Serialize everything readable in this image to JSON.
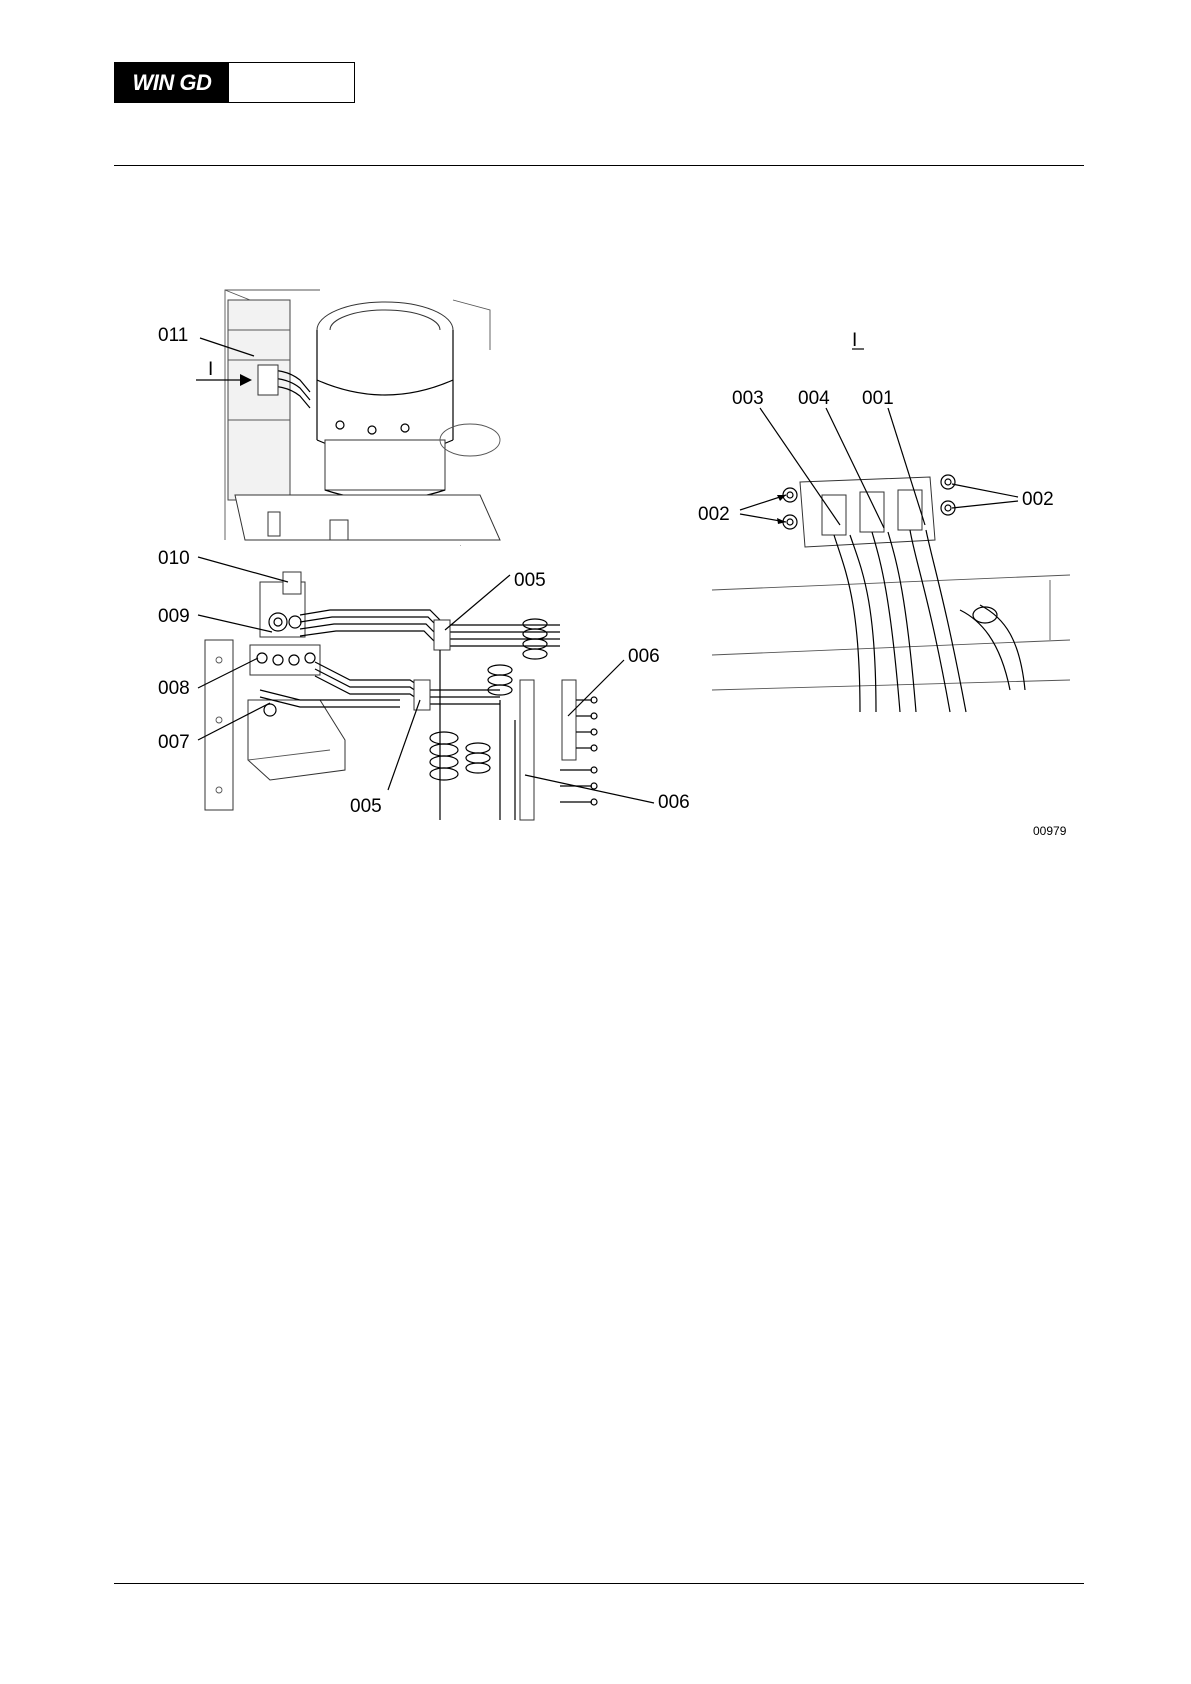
{
  "header": {
    "logo_text": "WIN GD"
  },
  "figure": {
    "view_marker": "I",
    "view_title": "I",
    "figure_number": "00979",
    "labels": {
      "l011": "011",
      "l010": "010",
      "l009": "009",
      "l008": "008",
      "l007": "007",
      "l005_top": "005",
      "l005_bottom": "005",
      "l006_top": "006",
      "l006_bottom": "006",
      "l003": "003",
      "l004": "004",
      "l001": "001",
      "l002_left": "002",
      "l002_right": "002"
    }
  }
}
